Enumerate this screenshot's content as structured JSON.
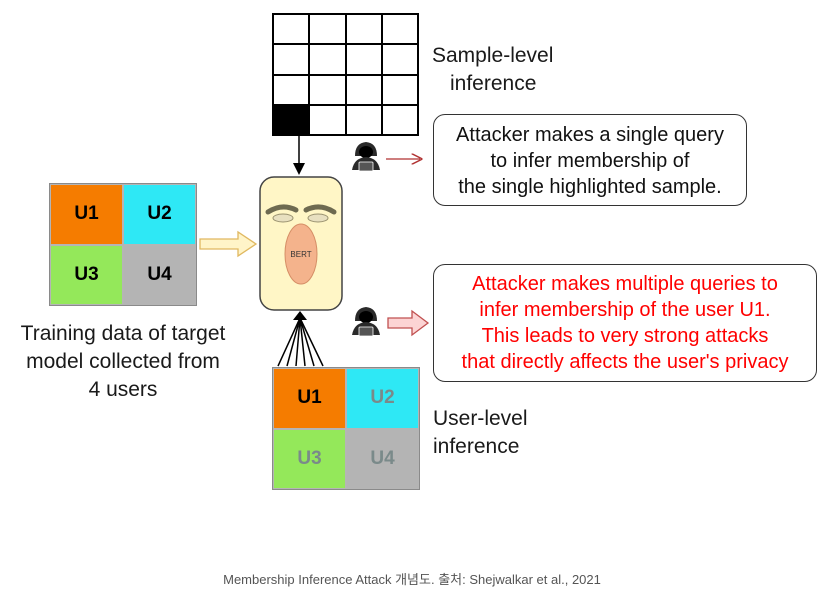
{
  "top_label": [
    "Sample-level",
    "inference"
  ],
  "top_callout": [
    "Attacker makes a single query",
    "to infer membership of",
    "the single highlighted sample."
  ],
  "bottom_callout": [
    "Attacker makes multiple queries to",
    "infer membership of the user U1.",
    "This leads to very strong attacks",
    "that directly affects the user's privacy"
  ],
  "bottom_label": [
    "User-level",
    "inference"
  ],
  "left_caption": [
    "Training data of target",
    "model collected from",
    "4 users"
  ],
  "model_label": "BERT",
  "users": [
    "U1",
    "U2",
    "U3",
    "U4"
  ],
  "caption": "Membership Inference Attack 개념도. 출처: Shejwalkar et al., 2021",
  "colors": {
    "u1": "#f57c00",
    "u2": "#2ee8f5",
    "u3": "#94e85a",
    "u4": "#b4b4b4",
    "red_text": "#ff0000"
  },
  "icons": [
    "hacker-icon",
    "bert-character-icon"
  ]
}
